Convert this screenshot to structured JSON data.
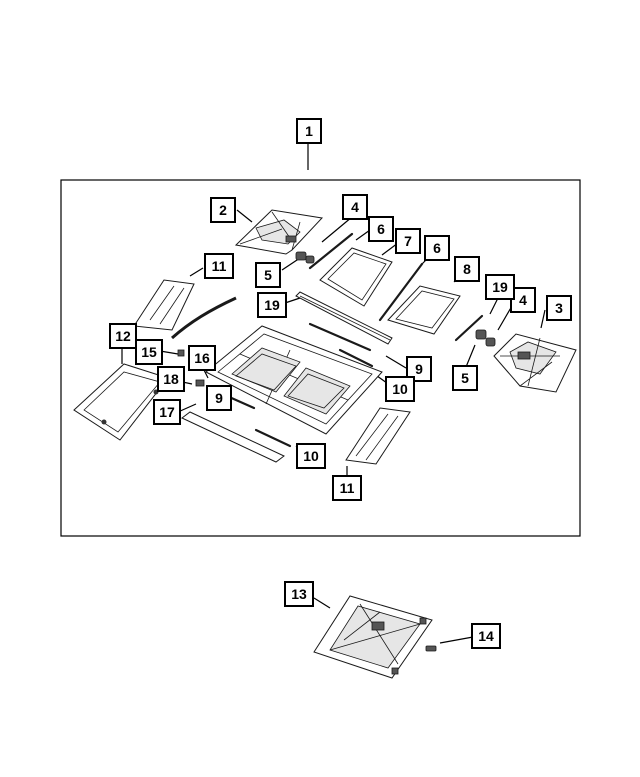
{
  "diagram": {
    "callouts": [
      {
        "id": "c1",
        "label": "1"
      },
      {
        "id": "c2",
        "label": "2"
      },
      {
        "id": "c3",
        "label": "3"
      },
      {
        "id": "c4a",
        "label": "4"
      },
      {
        "id": "c4b",
        "label": "4"
      },
      {
        "id": "c5a",
        "label": "5"
      },
      {
        "id": "c5b",
        "label": "5"
      },
      {
        "id": "c6a",
        "label": "6"
      },
      {
        "id": "c6b",
        "label": "6"
      },
      {
        "id": "c7",
        "label": "7"
      },
      {
        "id": "c8",
        "label": "8"
      },
      {
        "id": "c9a",
        "label": "9"
      },
      {
        "id": "c9b",
        "label": "9"
      },
      {
        "id": "c10a",
        "label": "10"
      },
      {
        "id": "c10b",
        "label": "10"
      },
      {
        "id": "c11a",
        "label": "11"
      },
      {
        "id": "c11b",
        "label": "11"
      },
      {
        "id": "c12",
        "label": "12"
      },
      {
        "id": "c13",
        "label": "13"
      },
      {
        "id": "c14",
        "label": "14"
      },
      {
        "id": "c15",
        "label": "15"
      },
      {
        "id": "c16",
        "label": "16"
      },
      {
        "id": "c17",
        "label": "17"
      },
      {
        "id": "c18",
        "label": "18"
      },
      {
        "id": "c19a",
        "label": "19"
      },
      {
        "id": "c19b",
        "label": "19"
      }
    ]
  }
}
